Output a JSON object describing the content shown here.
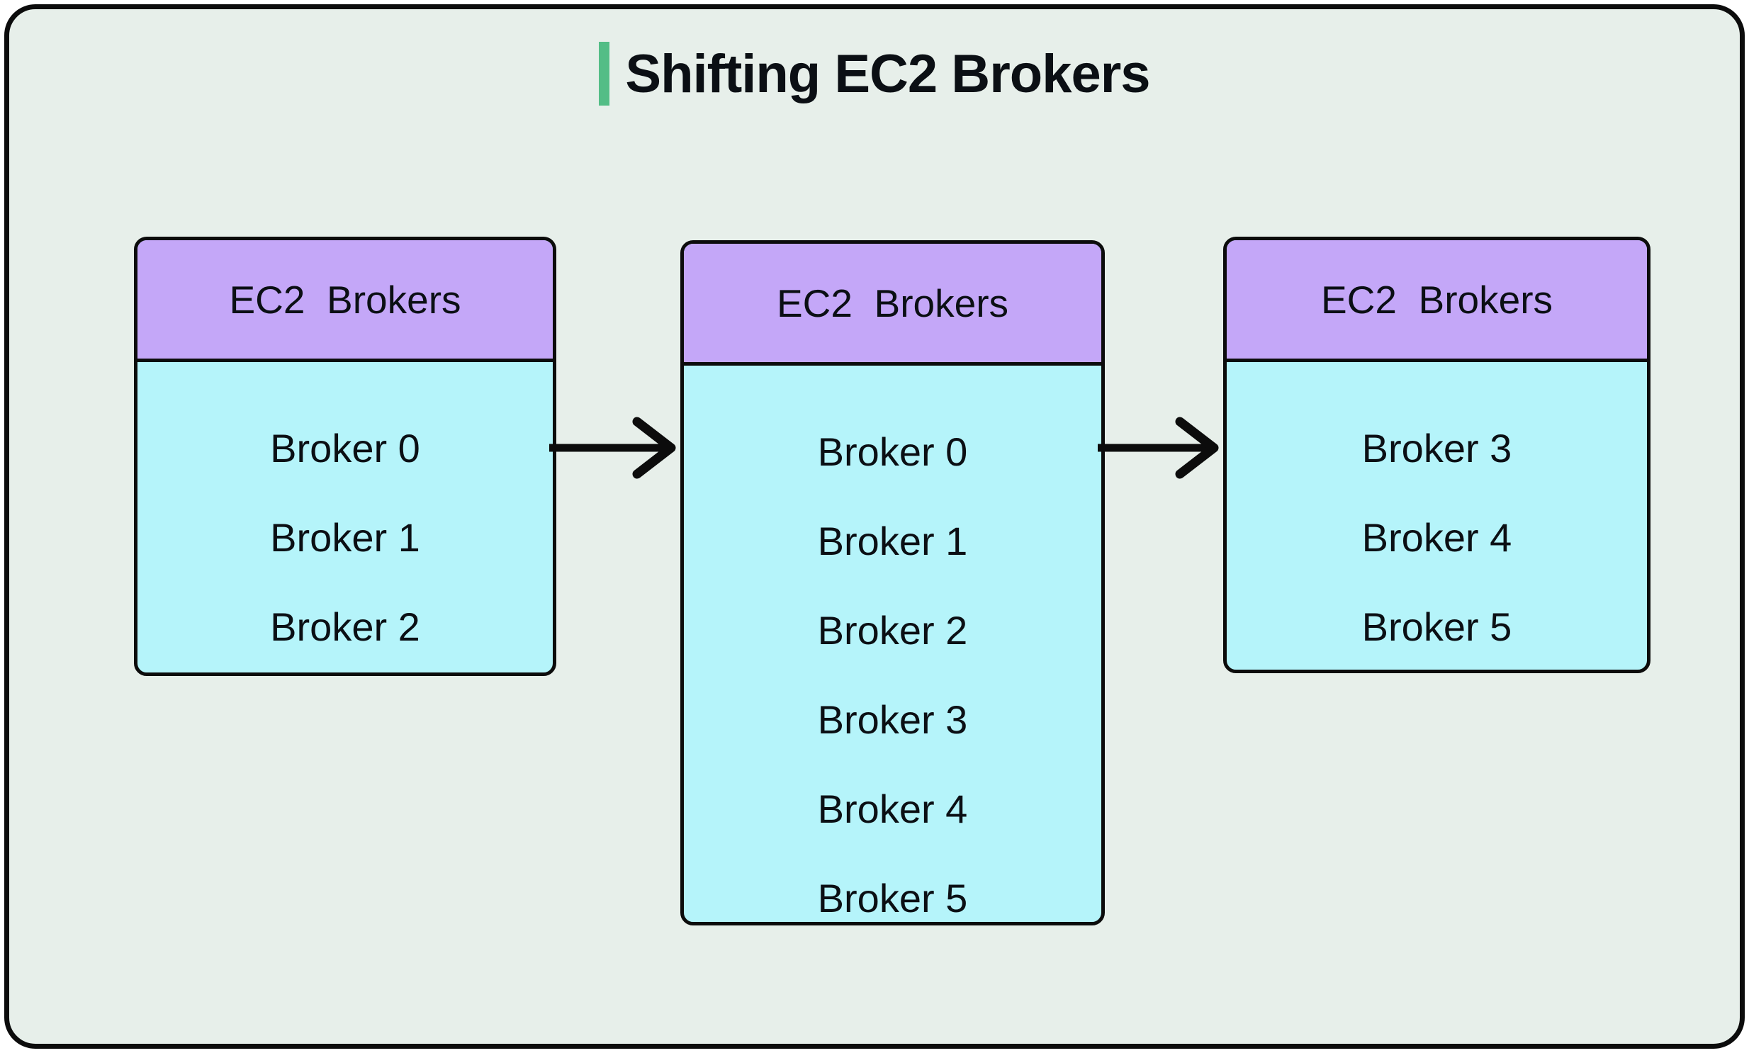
{
  "page": {
    "title": "Shifting EC2 Brokers"
  },
  "colors": {
    "page_background": "#ffffff",
    "canvas_background": "#e7efea",
    "canvas_border": "#0c0c0c",
    "title_accent": "#53bd86",
    "box_header_fill": "#c4a7f8",
    "box_body_fill": "#b5f4fa",
    "box_border": "#0c0c0c",
    "arrow": "#0c0c0c",
    "text": "#0b0f14"
  },
  "boxes": [
    {
      "id": "brokers-before",
      "header": "EC2  Brokers",
      "brokers": [
        "Broker 0",
        "Broker 1",
        "Broker 2"
      ]
    },
    {
      "id": "brokers-during",
      "header": "EC2  Brokers",
      "brokers": [
        "Broker 0",
        "Broker 1",
        "Broker 2",
        "Broker 3",
        "Broker 4",
        "Broker 5"
      ]
    },
    {
      "id": "brokers-after",
      "header": "EC2  Brokers",
      "brokers": [
        "Broker 3",
        "Broker 4",
        "Broker 5"
      ]
    }
  ],
  "arrows": [
    {
      "id": "arrow-1",
      "from": "brokers-before",
      "to": "brokers-during",
      "direction": "right"
    },
    {
      "id": "arrow-2",
      "from": "brokers-during",
      "to": "brokers-after",
      "direction": "right"
    }
  ]
}
